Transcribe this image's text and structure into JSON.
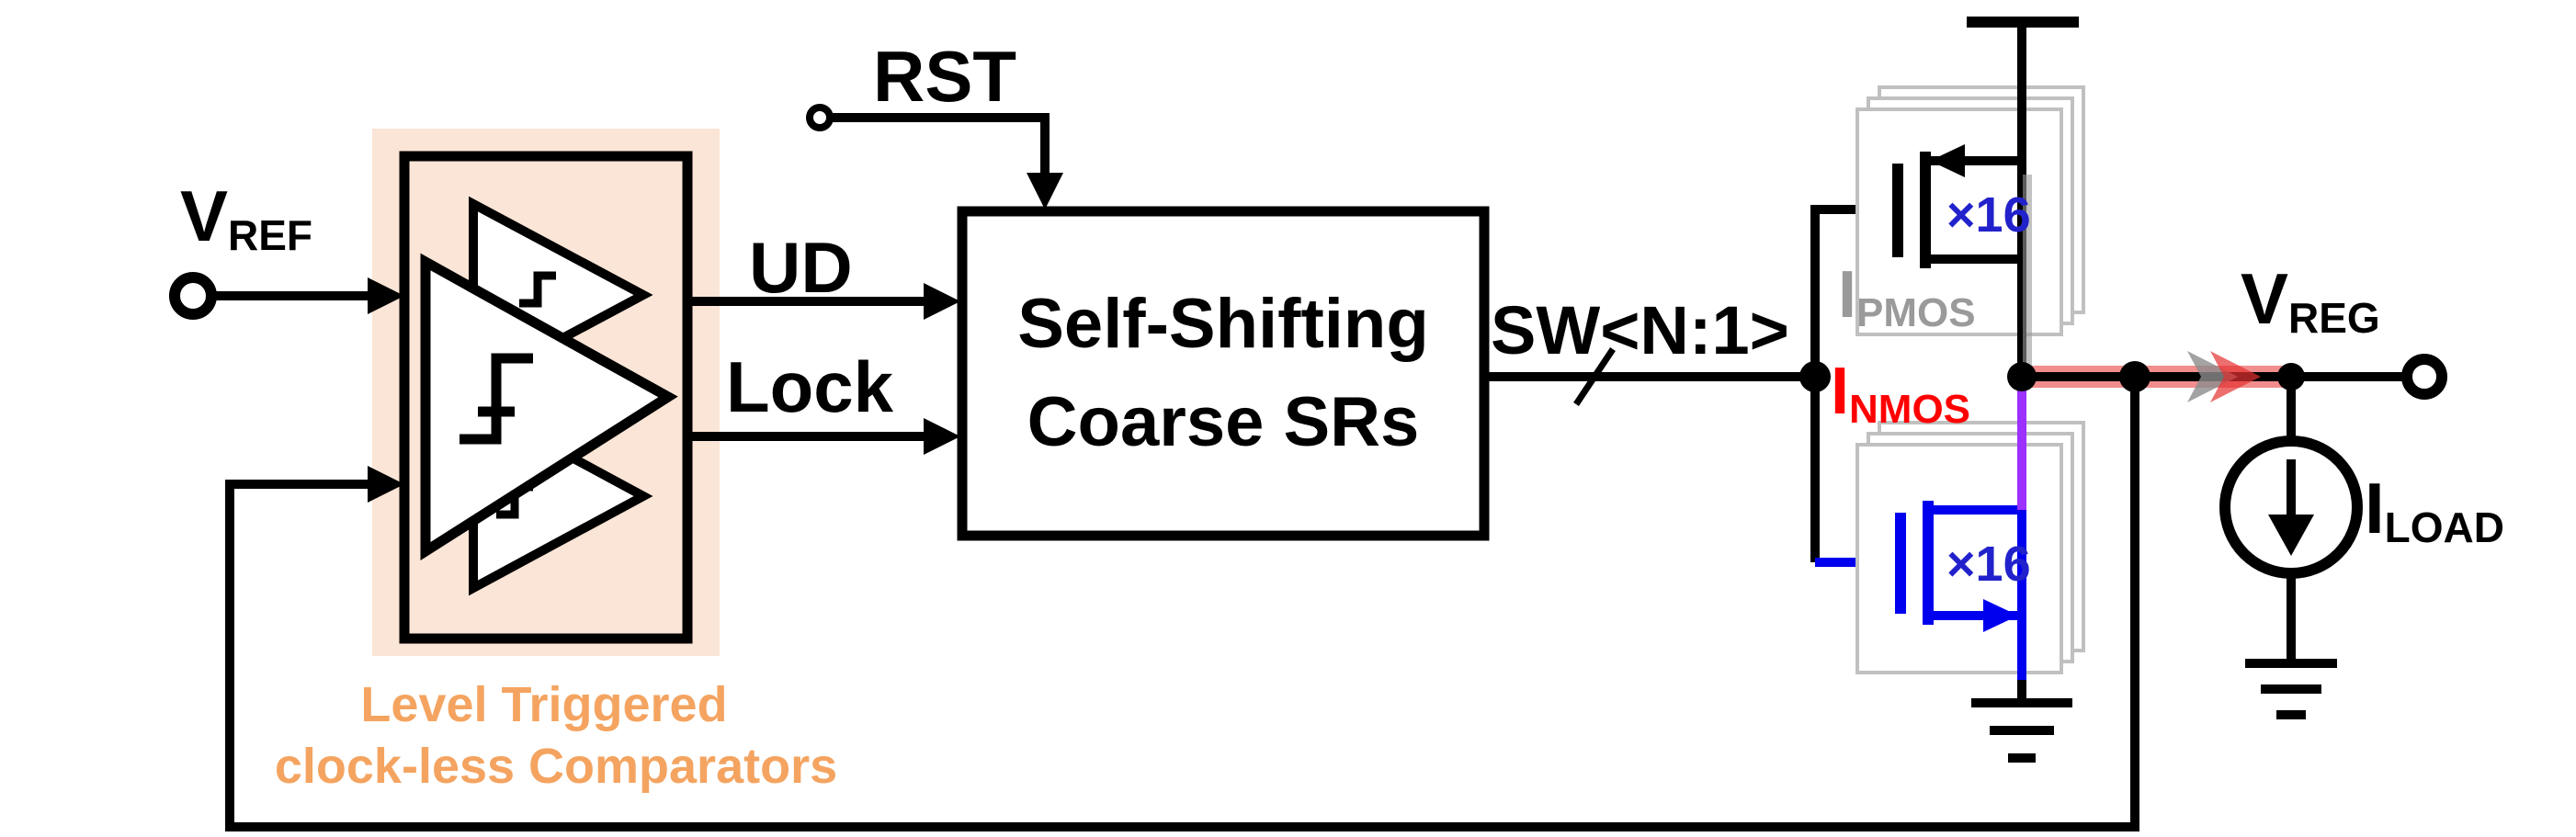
{
  "labels": {
    "vref_main": "V",
    "vref_sub": "REF",
    "rst": "RST",
    "ud": "UD",
    "lock": "Lock",
    "sr_line1": "Self-Shifting",
    "sr_line2": "Coarse SRs",
    "sw_bus": "SW<N:1>",
    "ipmos_main": "I",
    "ipmos_sub": "PMOS",
    "inmos_main": "I",
    "inmos_sub": "NMOS",
    "pmos_mult": "×16",
    "nmos_mult": "×16",
    "vreg_main": "V",
    "vreg_sub": "REG",
    "iload_main": "I",
    "iload_sub": "LOAD",
    "comparator_caption_line1": "Level Triggered",
    "comparator_caption_line2": "clock-less Comparators"
  },
  "colors": {
    "wire": "#000000",
    "comparator_highlight": "#fbe5d6",
    "caption": "#f4a460",
    "pmos_current": "#9a9a9a",
    "nmos_current": "#ff0000",
    "nmos_device": "#0000ee",
    "multiplier_text": "#2222cc",
    "stack_shadow": "#c0c0c0",
    "arrow_red": "#e53030",
    "arrow_gray": "#8c8c8c",
    "current_path_purple": "#9b30ff"
  }
}
